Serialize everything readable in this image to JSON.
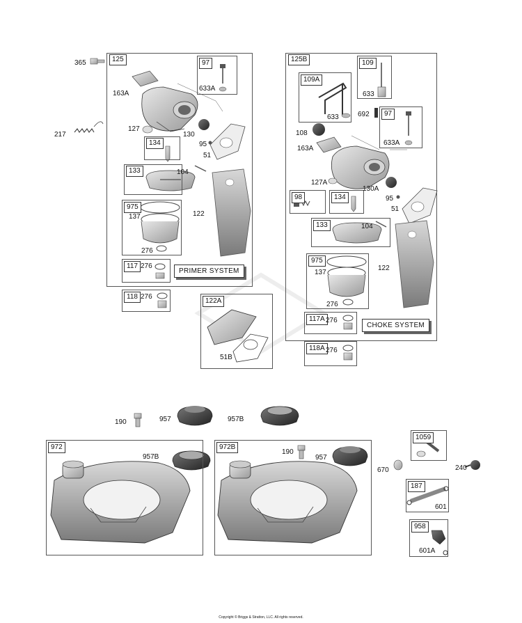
{
  "labels": {
    "p365": "365",
    "p217": "217",
    "p125": "125",
    "p163a": "163A",
    "p97a": "97",
    "p633a_a": "633A",
    "p127": "127",
    "p130": "130",
    "p134a": "134",
    "p95a": "95",
    "p51a": "51",
    "p133a": "133",
    "p104a": "104",
    "p975a": "975",
    "p137a": "137",
    "p122a": "122",
    "p276a": "276",
    "p117": "117",
    "p276b": "276",
    "p118": "118",
    "p276c": "276",
    "p122A": "122A",
    "p51B": "51B",
    "p125B": "125B",
    "p109": "109",
    "p109A": "109A",
    "p633a": "633",
    "p633b": "633",
    "p692": "692",
    "p108": "108",
    "p97b": "97",
    "p633A_b": "633A",
    "p163A_b": "163A",
    "p127A": "127A",
    "p130A": "130A",
    "p98": "98",
    "p134b": "134",
    "p95b": "95",
    "p51b": "51",
    "p133b": "133",
    "p104b": "104",
    "p975b": "975",
    "p137b": "137",
    "p122b": "122",
    "p276d": "276",
    "p117A": "117A",
    "p276e": "276",
    "p118A": "118A",
    "p276f": "276",
    "p190a": "190",
    "p957a": "957",
    "p957B_a": "957B",
    "p972": "972",
    "p957B_b": "957B",
    "p972B": "972B",
    "p190b": "190",
    "p957b": "957",
    "p1059": "1059",
    "p670": "670",
    "p240": "240",
    "p187": "187",
    "p601": "601",
    "p958": "958",
    "p601A": "601A"
  },
  "systems": {
    "primer": "PRIMER SYSTEM",
    "choke": "CHOKE SYSTEM"
  },
  "copyright": "Copyright © Briggs & Stratton, LLC. All rights reserved."
}
